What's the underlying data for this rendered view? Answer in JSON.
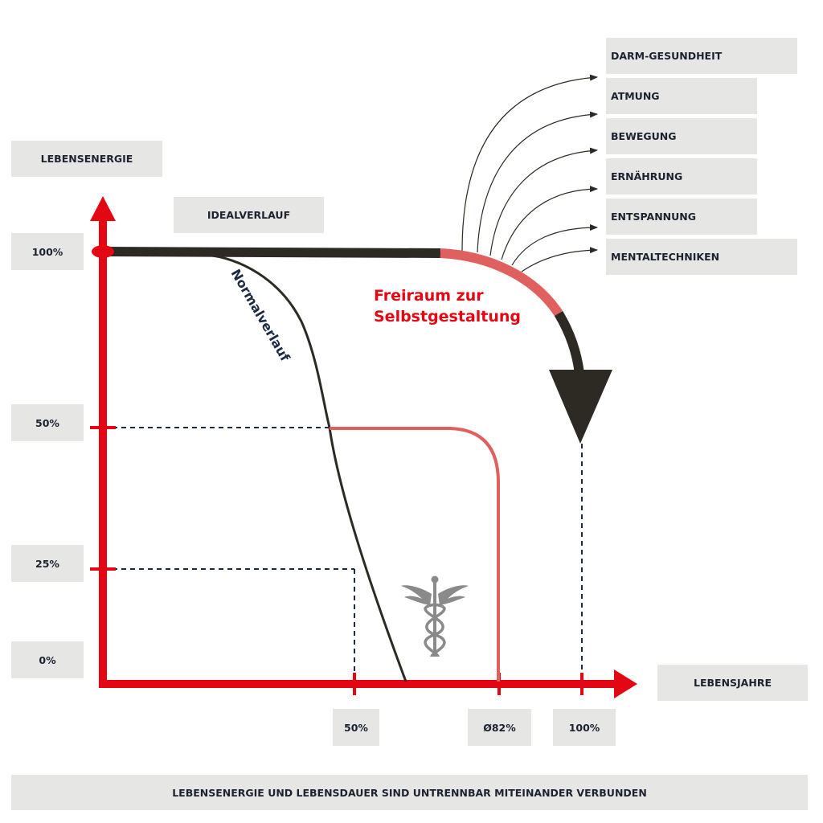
{
  "y_axis_title": "LEBENSENERGIE",
  "x_axis_title": "LEBENSJAHRE",
  "ideal_label": "IDEALVERLAUF",
  "normal_label": "Normalverlauf",
  "freiraum_line1": "Freiraum zur",
  "freiraum_line2": "Selbstgestaltung",
  "y_ticks": [
    "100%",
    "50%",
    "25%",
    "0%"
  ],
  "x_ticks": [
    "50%",
    "Ø82%",
    "100%"
  ],
  "categories": [
    "DARM-GESUNDHEIT",
    "ATMUNG",
    "BEWEGUNG",
    "ERNÄHRUNG",
    "ENTSPANNUNG",
    "MENTALTECHNIKEN"
  ],
  "footer": "LEBENSENERGIE UND LEBENSDAUER SIND UNTRENNBAR MITEINANDER VERBUNDEN",
  "icons": {
    "caduceus": "caduceus-icon"
  },
  "colors": {
    "axis_red": "#e30613",
    "light_red": "#e06060",
    "dark": "#2d2a24",
    "box_gray": "#e6e7e5",
    "text_navy": "#1c2230"
  }
}
